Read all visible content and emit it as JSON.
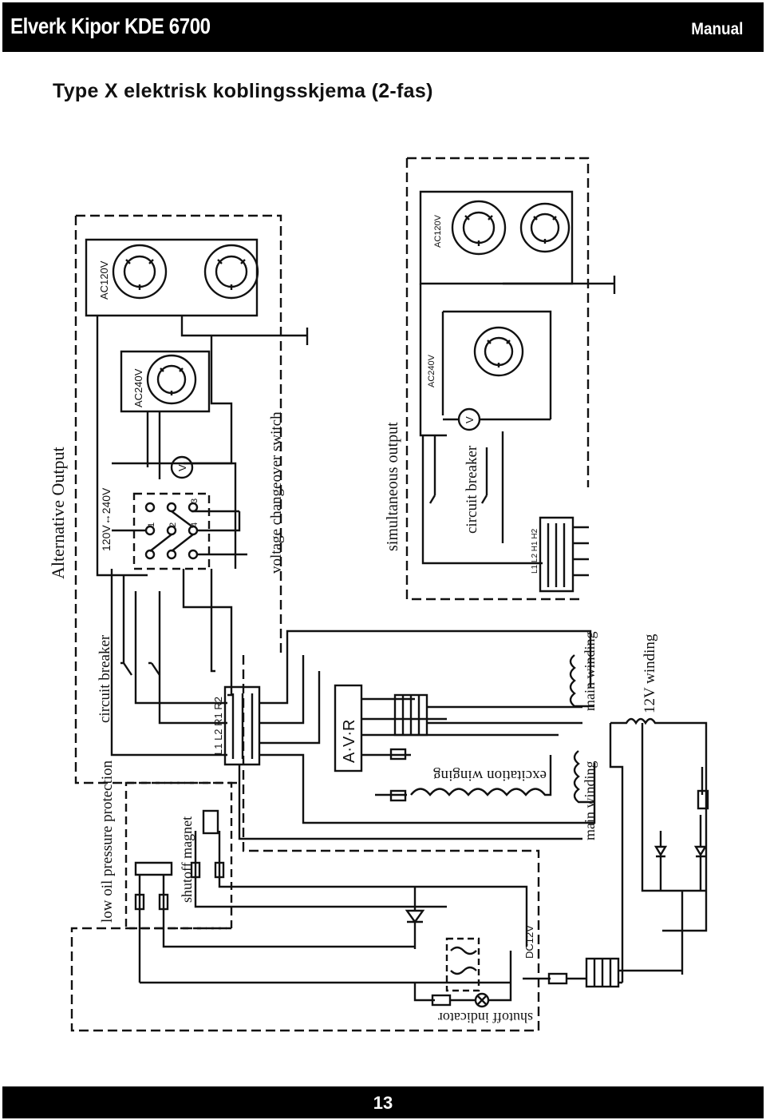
{
  "header": {
    "title": "Elverk Kipor KDE 6700",
    "right_label": "Manual"
  },
  "diagram": {
    "title": "Type X elektrisk koblingsskjema  (2-fas)",
    "labels": {
      "alternative_output": "Alternative Output",
      "ac120v_left": "AC120V",
      "ac240v_left": "AC240V",
      "voltage_range": "120V↔240V",
      "voltage_changeover_switch": "voltage changeover switch",
      "circuit_breaker_left": "circuit breaker",
      "simultaneous_output": "simultaneous output",
      "circuit_breaker_right": "circuit breaker",
      "ac120v_right": "AC120V",
      "ac240v_right": "AC240V",
      "terminals_left": "L1 L2 R1 R2",
      "terminals_right": "L1 L2 H1 H2",
      "avr": "A·V·R",
      "excitation_winding": "excitation winging",
      "main_winding_top": "main winding",
      "main_winding_bottom": "main winding",
      "twelve_v_winding": "12V winding",
      "low_oil_pressure_protection": "low oil pressure protection",
      "shutoff_magnet": "shutoff magnet",
      "shutoff_indicator": "shutoff indicator",
      "dc12v": "DC12V",
      "voltmeter": "V",
      "switch_pos_1": "1",
      "switch_pos_2": "2",
      "switch_pos_3": "3",
      "switch_pos_4": "4"
    }
  },
  "footer": {
    "page_number": "13"
  }
}
